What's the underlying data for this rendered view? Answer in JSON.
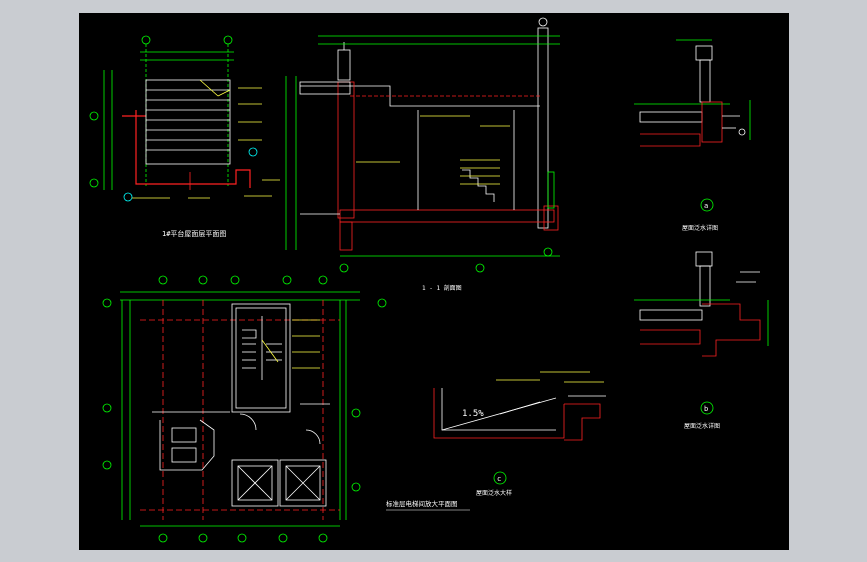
{
  "colors": {
    "frame_bg": "#c9ccd1",
    "canvas": "#000000",
    "line_white": "#ffffff",
    "line_green": "#00ff40",
    "line_red": "#ff2020",
    "line_yellow": "#ffff40",
    "line_cyan": "#00ffff"
  },
  "labels": {
    "plan_roof_1f": "1#平台屋面层平面图",
    "section_1_1": "1 - 1 剖面图",
    "detail_a": "屋面泛水详图",
    "detail_b": "屋面泛水详图",
    "detail_c": "屋面泛水大样",
    "plan_elevator": "标准层电梯间放大平面图",
    "slope_pct": "1.5%",
    "marker_a": "a",
    "marker_b": "b",
    "marker_c": "c"
  }
}
